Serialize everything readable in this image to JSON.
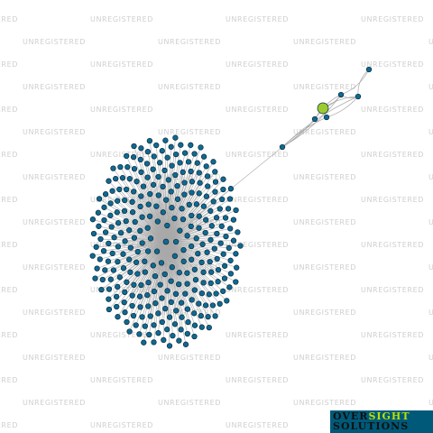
{
  "watermark": {
    "text": "UNREGISTERED"
  },
  "network": {
    "node_color": "#0e6a93",
    "node_stroke": "#0b2a3a",
    "focus_node_color": "#9ccb2f",
    "edge_color": "#a9a9a9",
    "hub_node_count": 1,
    "leaf_node_count": 300,
    "chain_node_count": 8,
    "focus_node_count": 1
  },
  "logo": {
    "part1": "OVER",
    "part2": "SIGHT",
    "part3": "SOLUTIONS",
    "background": "#005979"
  }
}
